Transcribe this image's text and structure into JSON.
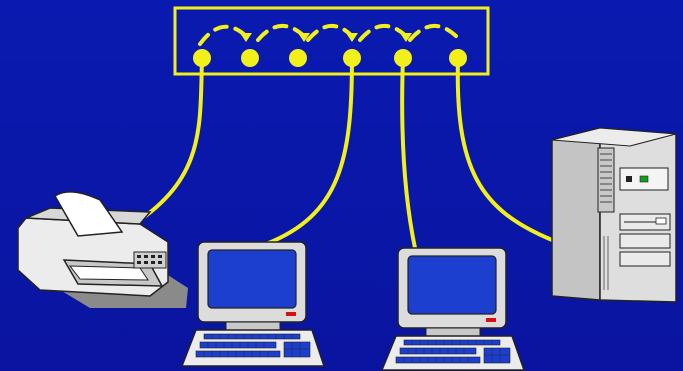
{
  "diagram": {
    "kind": "hub-topology",
    "colors": {
      "background": "#0a18aa",
      "cable": "#f2f01a",
      "hub_outline": "#f2f01a",
      "screen": "#1c3fcf",
      "device_body": "#d8d8d8",
      "device_shadow": "#8a8a8a",
      "indicator_red": "#d41010",
      "indicator_green": "#10a020"
    },
    "hub": {
      "port_count": 6,
      "connected_ports": [
        1,
        4,
        5,
        6
      ]
    },
    "devices": [
      {
        "name": "printer",
        "icon": "printer-icon",
        "port": 1
      },
      {
        "name": "workstation-left",
        "icon": "desktop-computer-icon",
        "port": 4
      },
      {
        "name": "workstation-right",
        "icon": "desktop-computer-icon",
        "port": 5
      },
      {
        "name": "server",
        "icon": "tower-server-icon",
        "port": 6
      }
    ]
  }
}
